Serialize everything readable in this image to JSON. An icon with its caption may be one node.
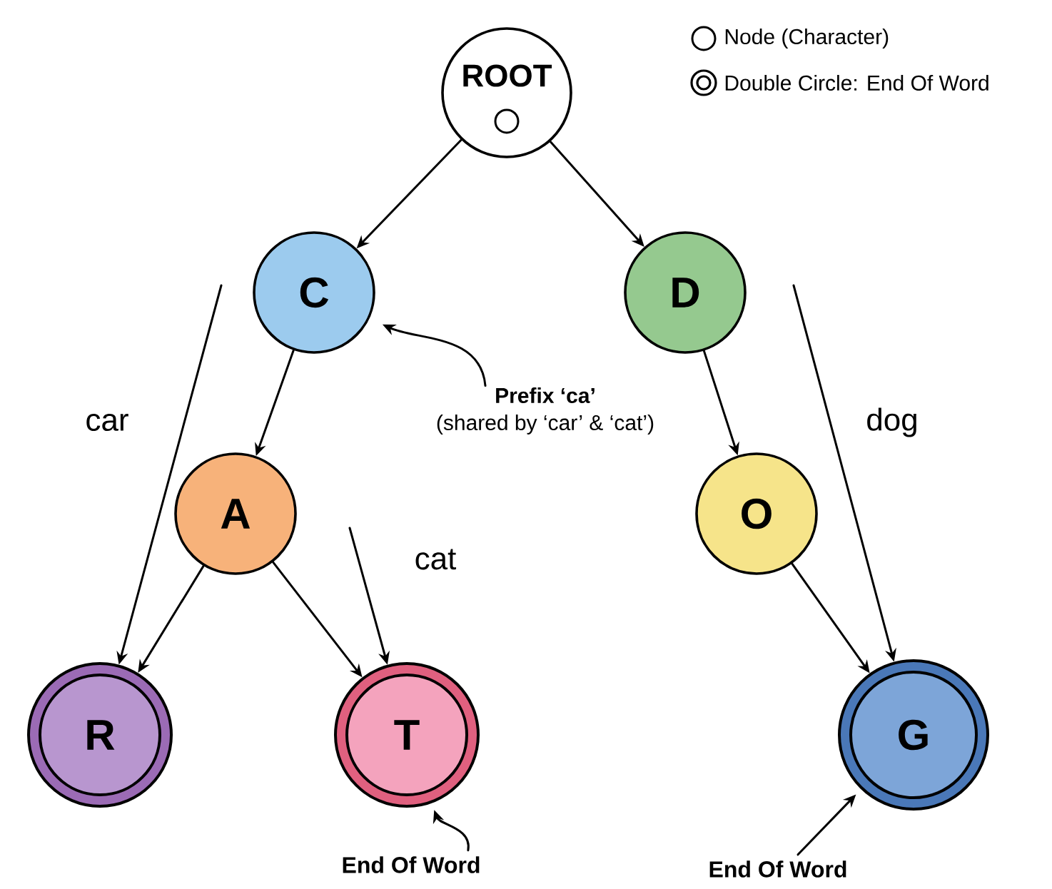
{
  "diagram": {
    "nodes": [
      {
        "text": [
          "ROOT"
        ]
      },
      {
        "text": [
          "C"
        ]
      },
      {
        "text": [
          "D"
        ]
      },
      {
        "text": [
          "A"
        ]
      },
      {
        "text": [
          "O"
        ]
      },
      {
        "text": [
          "R"
        ]
      },
      {
        "text": [
          "T"
        ]
      },
      {
        "text": [
          "G"
        ]
      },
      {
        "text": [
          "Prefix ‘ca’",
          "(shared by ‘car’ & ‘cat’)"
        ]
      },
      {
        "text": [
          "End Of Word"
        ]
      },
      {
        "text": [
          "End Of Word"
        ]
      }
    ],
    "edges": [
      {
        "from": 0,
        "to": 1,
        "arrow": "to"
      },
      {
        "from": 0,
        "to": 2,
        "arrow": "to"
      },
      {
        "from": 1,
        "to": 3,
        "arrow": "to"
      },
      {
        "from": 2,
        "to": 4,
        "arrow": "to"
      },
      {
        "from": 3,
        "to": 5,
        "arrow": "to"
      },
      {
        "from": 3,
        "to": 6,
        "arrow": "to"
      },
      {
        "from": 4,
        "to": 7,
        "arrow": "to"
      },
      {
        "from": null,
        "to": 5,
        "arrow": "to",
        "label": "car"
      },
      {
        "from": null,
        "to": 6,
        "arrow": "to",
        "label": "cat"
      },
      {
        "from": null,
        "to": 7,
        "arrow": "to",
        "label": "dog"
      },
      {
        "from": 8,
        "to": 1,
        "arrow": "to"
      },
      {
        "from": 9,
        "to": 6,
        "arrow": "to"
      },
      {
        "from": 10,
        "to": 7,
        "arrow": "to"
      }
    ],
    "legend": [
      {
        "text": "Node (Character)"
      },
      {
        "text": "Double Circle: End Of Word"
      }
    ]
  }
}
